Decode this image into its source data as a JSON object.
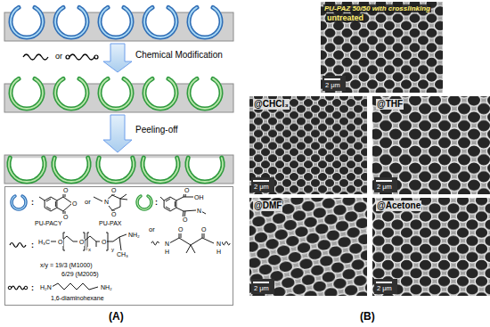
{
  "diagram": {
    "nodes": [
      {
        "text": [
          ":",
          "O",
          "O",
          "O",
          "PU-PACY",
          "or",
          "N",
          "O",
          "O",
          "PU-PAX",
          ":",
          "O",
          "OH",
          "N",
          "O",
          "or",
          "N",
          "H",
          "O",
          "O",
          "N",
          "H",
          ":",
          "H₃C",
          "O",
          "O",
          "x",
          "O",
          "y",
          "NH₂",
          "CH₃",
          "x/y = 19/3 (M1000)",
          "6/29 (M2005)",
          ":",
          "H₂N",
          "NH₂",
          "1,6-diaminohexane"
        ]
      },
      {
        "text": [
          "PU-PAZ 50/50 with crosslinking",
          "untreated",
          "2 μm"
        ]
      },
      {
        "text": [
          "@CHCl₃",
          "2 μm"
        ]
      },
      {
        "text": [
          "@THF",
          "2 μm"
        ]
      },
      {
        "text": [
          "@DMF",
          "2 μm"
        ]
      },
      {
        "text": [
          "@Acetone",
          "2 μm"
        ]
      }
    ],
    "labels": [
      "Chemical Modification",
      "or",
      "Peeling-off",
      "(A)",
      "(B)"
    ]
  }
}
